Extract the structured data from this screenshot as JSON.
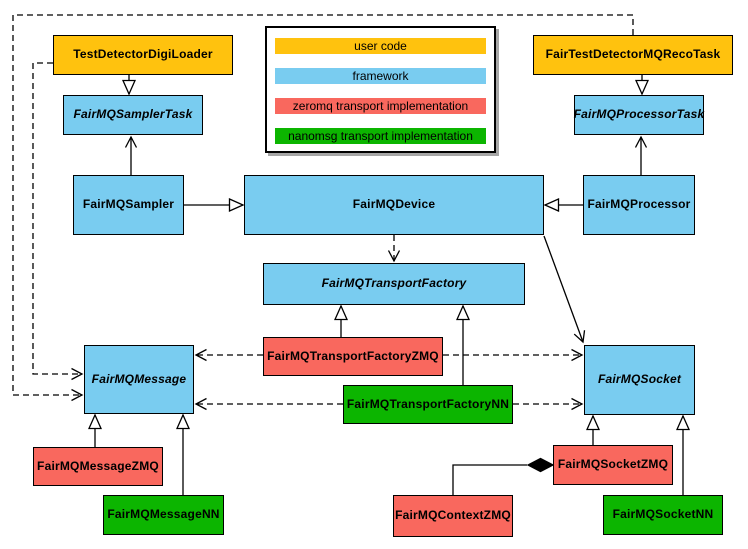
{
  "legend": {
    "items": [
      {
        "label": "user code",
        "color": "#FFC20E"
      },
      {
        "label": "framework",
        "color": "#79CCF0"
      },
      {
        "label": "zeromq transport implementation",
        "color": "#F9685E"
      },
      {
        "label": "nanomsg transport implementation",
        "color": "#0CB500"
      }
    ]
  },
  "nodes": {
    "test_detector_digi_loader": {
      "label": "TestDetectorDigiLoader",
      "category": "user code",
      "abstract": false
    },
    "fair_test_detector_mq_reco_task": {
      "label": "FairTestDetectorMQRecoTask",
      "category": "user code",
      "abstract": false
    },
    "fairmq_sampler_task": {
      "label": "FairMQSamplerTask",
      "category": "framework",
      "abstract": true
    },
    "fairmq_processor_task": {
      "label": "FairMQProcessorTask",
      "category": "framework",
      "abstract": true
    },
    "fairmq_sampler": {
      "label": "FairMQSampler",
      "category": "framework",
      "abstract": false
    },
    "fairmq_device": {
      "label": "FairMQDevice",
      "category": "framework",
      "abstract": false
    },
    "fairmq_processor": {
      "label": "FairMQProcessor",
      "category": "framework",
      "abstract": false
    },
    "fairmq_transport_factory": {
      "label": "FairMQTransportFactory",
      "category": "framework",
      "abstract": true
    },
    "fairmq_transport_factory_zmq": {
      "label": "FairMQTransportFactoryZMQ",
      "category": "zeromq transport implementation",
      "abstract": false
    },
    "fairmq_transport_factory_nn": {
      "label": "FairMQTransportFactoryNN",
      "category": "nanomsg transport implementation",
      "abstract": false
    },
    "fairmq_message": {
      "label": "FairMQMessage",
      "category": "framework",
      "abstract": true
    },
    "fairmq_socket": {
      "label": "FairMQSocket",
      "category": "framework",
      "abstract": true
    },
    "fairmq_message_zmq": {
      "label": "FairMQMessageZMQ",
      "category": "zeromq transport implementation",
      "abstract": false
    },
    "fairmq_message_nn": {
      "label": "FairMQMessageNN",
      "category": "nanomsg transport implementation",
      "abstract": false
    },
    "fairmq_socket_zmq": {
      "label": "FairMQSocketZMQ",
      "category": "zeromq transport implementation",
      "abstract": false
    },
    "fairmq_socket_nn": {
      "label": "FairMQSocketNN",
      "category": "nanomsg transport implementation",
      "abstract": false
    },
    "fairmq_context_zmq": {
      "label": "FairMQContextZMQ",
      "category": "zeromq transport implementation",
      "abstract": false
    }
  },
  "edges": [
    {
      "from": "TestDetectorDigiLoader",
      "to": "FairMQSamplerTask",
      "type": "inheritance"
    },
    {
      "from": "FairTestDetectorMQRecoTask",
      "to": "FairMQProcessorTask",
      "type": "inheritance"
    },
    {
      "from": "FairMQSampler",
      "to": "FairMQSamplerTask",
      "type": "association"
    },
    {
      "from": "FairMQProcessor",
      "to": "FairMQProcessorTask",
      "type": "association"
    },
    {
      "from": "FairMQSampler",
      "to": "FairMQDevice",
      "type": "inheritance"
    },
    {
      "from": "FairMQProcessor",
      "to": "FairMQDevice",
      "type": "inheritance"
    },
    {
      "from": "FairMQDevice",
      "to": "FairMQTransportFactory",
      "type": "dependency"
    },
    {
      "from": "FairMQDevice",
      "to": "FairMQSocket",
      "type": "association"
    },
    {
      "from": "FairMQTransportFactoryZMQ",
      "to": "FairMQTransportFactory",
      "type": "inheritance"
    },
    {
      "from": "FairMQTransportFactoryNN",
      "to": "FairMQTransportFactory",
      "type": "inheritance"
    },
    {
      "from": "FairMQTransportFactoryZMQ",
      "to": "FairMQMessage",
      "type": "dependency"
    },
    {
      "from": "FairMQTransportFactoryZMQ",
      "to": "FairMQSocket",
      "type": "dependency"
    },
    {
      "from": "FairMQTransportFactoryNN",
      "to": "FairMQMessage",
      "type": "dependency"
    },
    {
      "from": "FairMQTransportFactoryNN",
      "to": "FairMQSocket",
      "type": "dependency"
    },
    {
      "from": "TestDetectorDigiLoader",
      "to": "FairMQMessage",
      "type": "dependency"
    },
    {
      "from": "FairTestDetectorMQRecoTask",
      "to": "FairMQMessage",
      "type": "dependency"
    },
    {
      "from": "FairMQMessageZMQ",
      "to": "FairMQMessage",
      "type": "inheritance"
    },
    {
      "from": "FairMQMessageNN",
      "to": "FairMQMessage",
      "type": "inheritance"
    },
    {
      "from": "FairMQSocketZMQ",
      "to": "FairMQSocket",
      "type": "inheritance"
    },
    {
      "from": "FairMQSocketNN",
      "to": "FairMQSocket",
      "type": "inheritance"
    },
    {
      "from": "FairMQSocketZMQ",
      "to": "FairMQContextZMQ",
      "type": "composition"
    }
  ]
}
